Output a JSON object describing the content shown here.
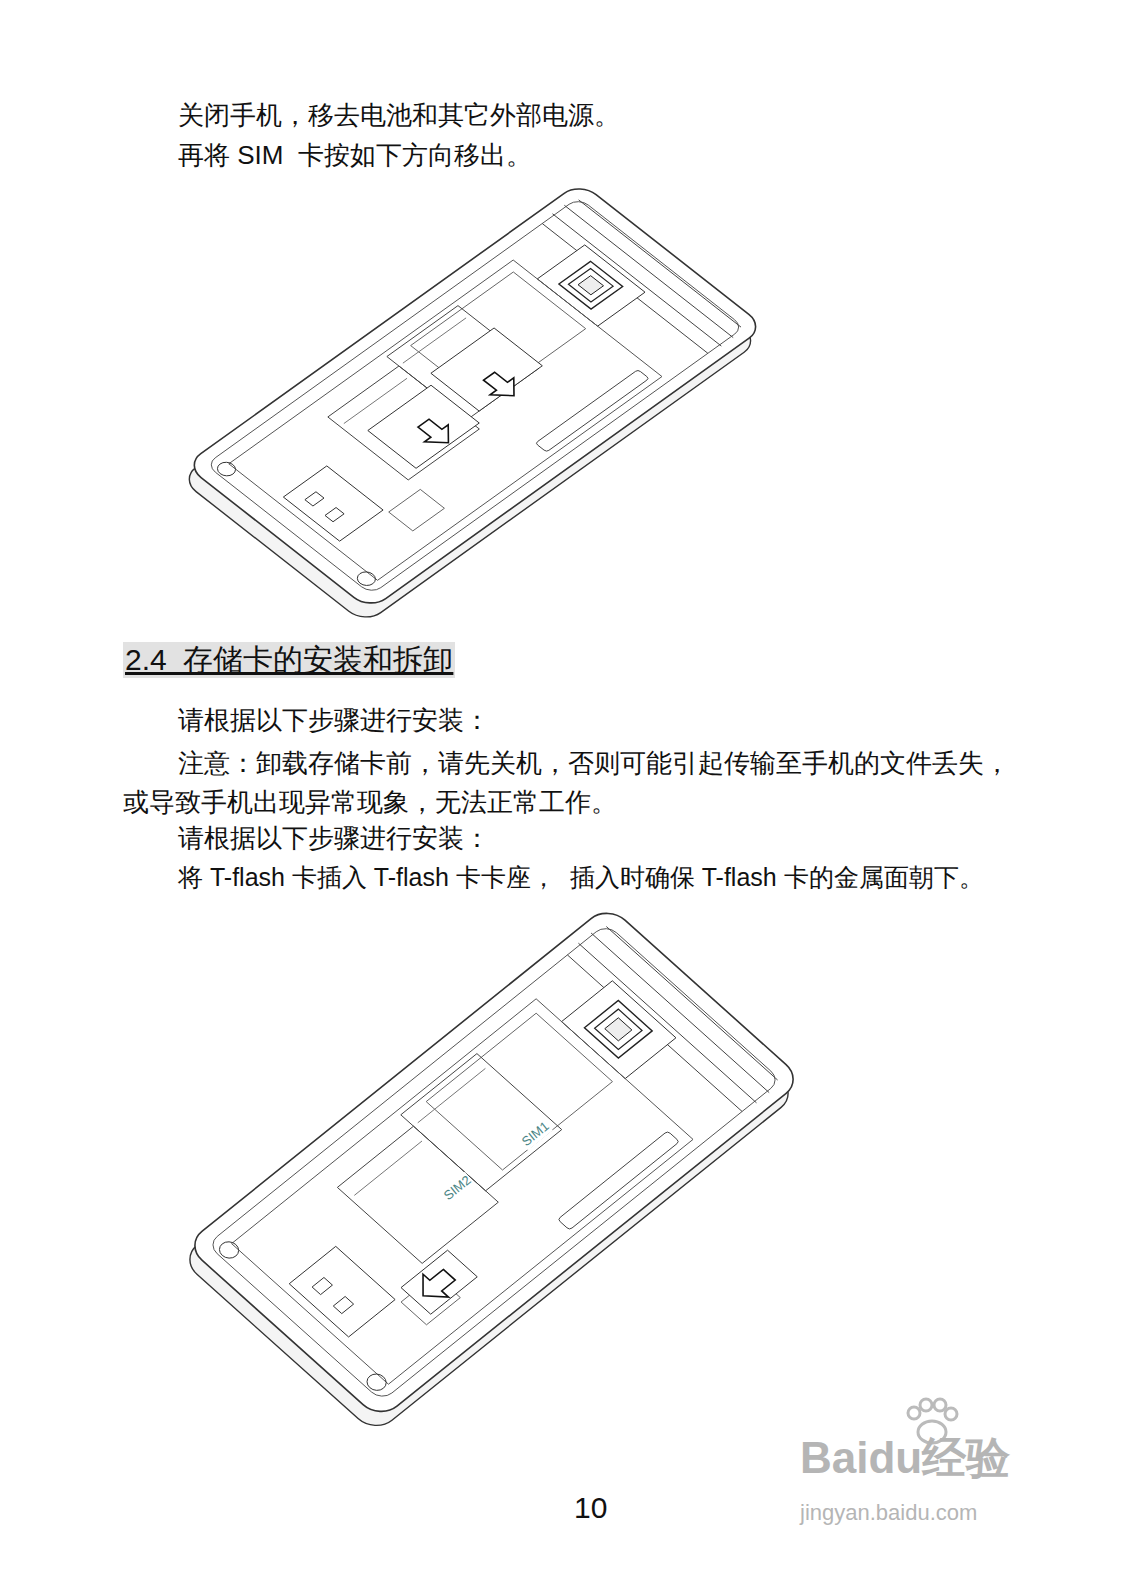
{
  "diagram": {
    "title": "2.4  存储卡的安装和拆卸",
    "labels": [
      "关闭手机，移去电池和其它外部电源。",
      "再将 SIM  卡按如下方向移出。",
      "请根据以下步骤进行安装：",
      "注意：卸载存储卡前，请先关机，否则可能引起传输至手机的文件丢失，或导致手机出现异常现象，无法正常工作。",
      "请根据以下步骤进行安装：",
      "将 T-flash 卡插入 T-flash 卡卡座，  插入时确保 T-flash 卡的金属面朝下。",
      "SIM2",
      "SIM1",
      "10",
      "Baidu经验",
      "jingyan.baidu.com"
    ]
  }
}
